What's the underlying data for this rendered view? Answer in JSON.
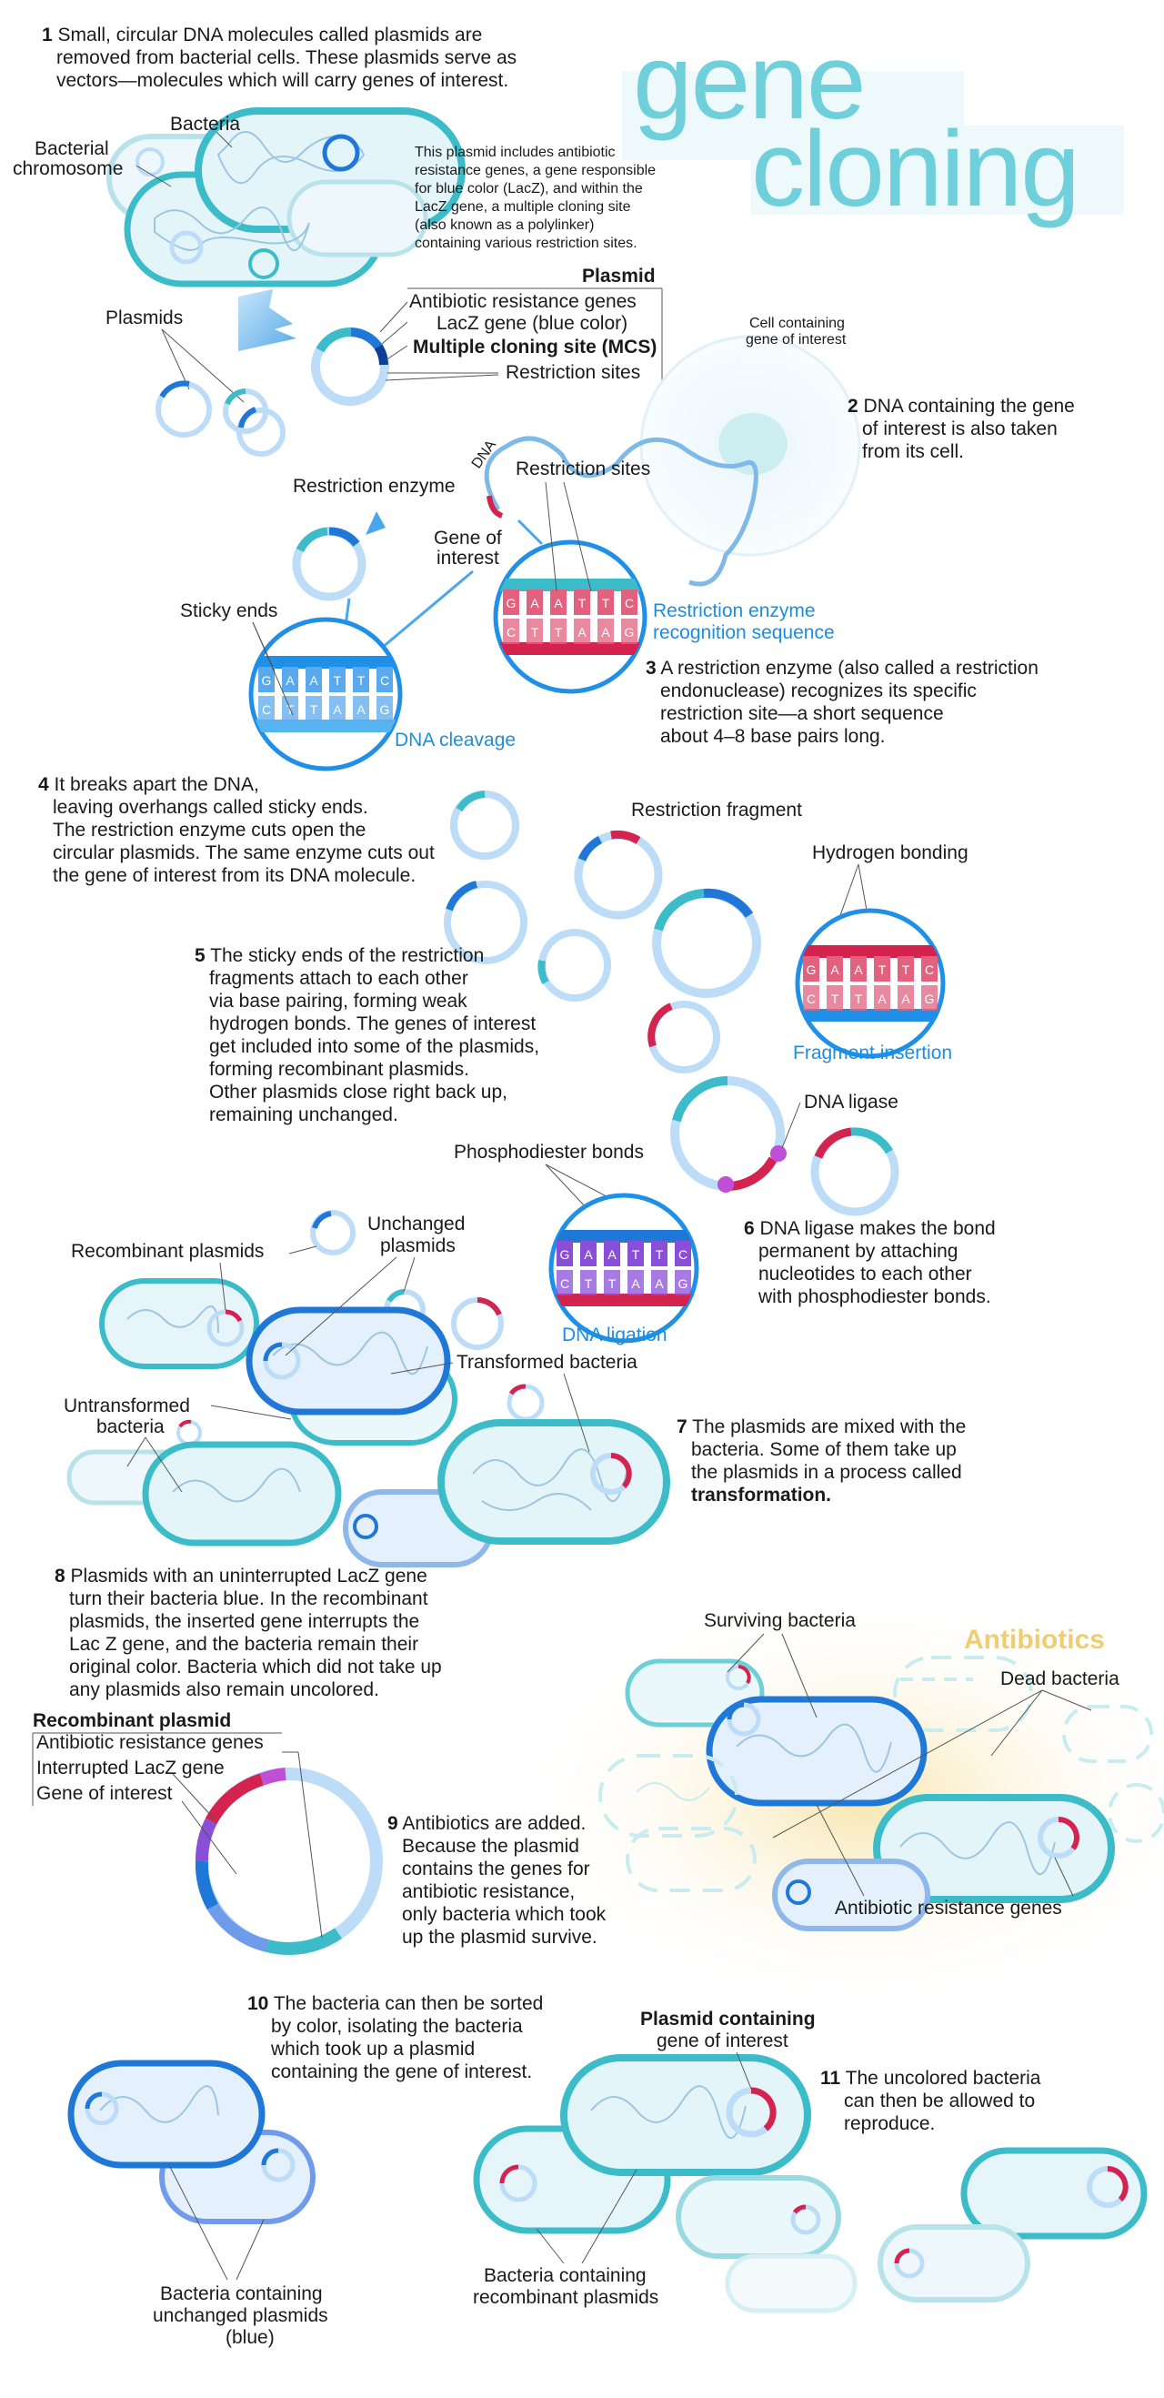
{
  "title": {
    "line1": "gene",
    "line2": "cloning"
  },
  "colors": {
    "teal": "#3bbcc8",
    "blue": "#1f78d8",
    "crimson": "#d4234f",
    "purple": "#8a4fd8",
    "light_blue": "#bcdcf7",
    "yellow": "#f3d88f"
  },
  "steps": {
    "s1": {
      "n": "1",
      "lines": [
        "Small, circular DNA molecules called plasmids are",
        "removed from bacterial cells. These plasmids serve as",
        "vectors—molecules which will carry genes of interest."
      ]
    },
    "s2": {
      "n": "2",
      "lines": [
        "DNA containing the gene",
        "of interest is also taken",
        "from its cell."
      ]
    },
    "s3": {
      "n": "3",
      "lines": [
        "A restriction enzyme (also called a restriction",
        "endonuclease) recognizes its specific",
        "restriction site—a short sequence",
        "about 4–8 base pairs long."
      ]
    },
    "s4": {
      "n": "4",
      "lines": [
        "It breaks apart the DNA,",
        "leaving overhangs called sticky ends.",
        "The restriction enzyme cuts open the",
        "circular plasmids. The same enzyme cuts out",
        "the gene of interest from its DNA molecule."
      ]
    },
    "s5": {
      "n": "5",
      "lines": [
        "The sticky ends of the restriction",
        "fragments attach to each other",
        "via base pairing, forming weak",
        "hydrogen bonds. The genes of interest",
        "get included into some of the plasmids,",
        "forming recombinant plasmids.",
        "Other plasmids close right back up,",
        "remaining unchanged."
      ]
    },
    "s6": {
      "n": "6",
      "lines": [
        "DNA ligase makes the bond",
        "permanent by attaching",
        "nucleotides to each other",
        "with phosphodiester bonds."
      ]
    },
    "s7": {
      "n": "7",
      "lines": [
        "The plasmids are mixed with the",
        "bacteria. Some of them take up",
        "the plasmids in a process called",
        "transformation."
      ]
    },
    "s8": {
      "n": "8",
      "lines": [
        "Plasmids with an uninterrupted LacZ gene",
        "turn their bacteria blue. In the recombinant",
        "plasmids, the inserted gene interrupts the",
        "Lac Z gene, and the bacteria remain their",
        "original color. Bacteria which did not take up",
        "any plasmids also remain uncolored."
      ]
    },
    "s9": {
      "n": "9",
      "lines": [
        "Antibiotics are added.",
        "Because the plasmid",
        "contains the genes for",
        "antibiotic resistance,",
        "only bacteria which took",
        "up the plasmid survive."
      ]
    },
    "s10": {
      "n": "10",
      "lines": [
        "The bacteria can then be sorted",
        "by color, isolating the bacteria",
        "which took up a plasmid",
        "containing the gene of interest."
      ]
    },
    "s11": {
      "n": "11",
      "lines": [
        "The uncolored bacteria",
        "can then be allowed to",
        "reproduce."
      ]
    }
  },
  "labels": {
    "bacteria": "Bacteria",
    "bacterial_chromosome_1": "Bacterial",
    "bacterial_chromosome_2": "chromosome",
    "plasmids": "Plasmids",
    "plasmid_note": [
      "This plasmid includes antibiotic",
      "resistance genes, a gene responsible",
      "for blue color (LacZ), and within the",
      "LacZ gene, a multiple cloning site",
      "(also known as a polylinker)",
      "containing various restriction sites."
    ],
    "plasmid_box_title": "Plasmid",
    "plasmid_box_items": [
      "Antibiotic resistance genes",
      "LacZ gene (blue color)",
      "Multiple cloning site (MCS)",
      "Restriction sites"
    ],
    "cell_containing_1": "Cell containing",
    "cell_containing_2": "gene of interest",
    "dna": "DNA",
    "restriction_enzyme": "Restriction enzyme",
    "restriction_sites": "Restriction sites",
    "gene_of_interest_1": "Gene of",
    "gene_of_interest_2": "interest",
    "sticky_ends": "Sticky ends",
    "dna_cleavage": "DNA cleavage",
    "recognition_1": "Restriction enzyme",
    "recognition_2": "recognition sequence",
    "restriction_fragment": "Restriction fragment",
    "hydrogen_bonding": "Hydrogen bonding",
    "fragment_insertion": "Fragment insertion",
    "dna_ligase": "DNA ligase",
    "phosphodiester_bonds": "Phosphodiester bonds",
    "dna_ligation": "DNA ligation",
    "recombinant_plasmids": "Recombinant plasmids",
    "unchanged_plasmids_1": "Unchanged",
    "unchanged_plasmids_2": "plasmids",
    "transformed_bacteria": "Transformed bacteria",
    "untransformed_1": "Untransformed",
    "untransformed_2": "bacteria",
    "surviving_bacteria": "Surviving bacteria",
    "antibiotics": "Antibiotics",
    "dead_bacteria": "Dead bacteria",
    "antibiotic_resistance_genes": "Antibiotic resistance genes",
    "recombinant_box_title": "Recombinant plasmid",
    "recombinant_box_items": [
      "Antibiotic resistance genes",
      "Interrupted LacZ gene",
      "Gene of interest"
    ],
    "plasmid_containing_1": "Plasmid containing",
    "plasmid_containing_2": "gene of interest",
    "unchanged_bottom_1": "Bacteria containing",
    "unchanged_bottom_2": "unchanged plasmids",
    "unchanged_bottom_3": "(blue)",
    "recombinant_bottom_1": "Bacteria containing",
    "recombinant_bottom_2": "recombinant plasmids"
  },
  "dna_sequences": {
    "cleavage_top": [
      "G",
      "A",
      "A",
      "T",
      "T",
      "C"
    ],
    "cleavage_bottom": [
      "C",
      "T",
      "T",
      "A",
      "A",
      "G"
    ],
    "recognition_top": [
      "G",
      "A",
      "A",
      "T",
      "T",
      "C"
    ],
    "recognition_bottom": [
      "C",
      "T",
      "T",
      "A",
      "A",
      "G"
    ],
    "ligation_top": [
      "G",
      "A",
      "A",
      "T",
      "T",
      "C"
    ],
    "ligation_bottom": [
      "C",
      "T",
      "T",
      "A",
      "A",
      "G"
    ],
    "insertion_top": [
      "G",
      "A",
      "A",
      "T",
      "T",
      "C"
    ],
    "insertion_bottom": [
      "C",
      "T",
      "T",
      "A",
      "A",
      "G"
    ]
  }
}
